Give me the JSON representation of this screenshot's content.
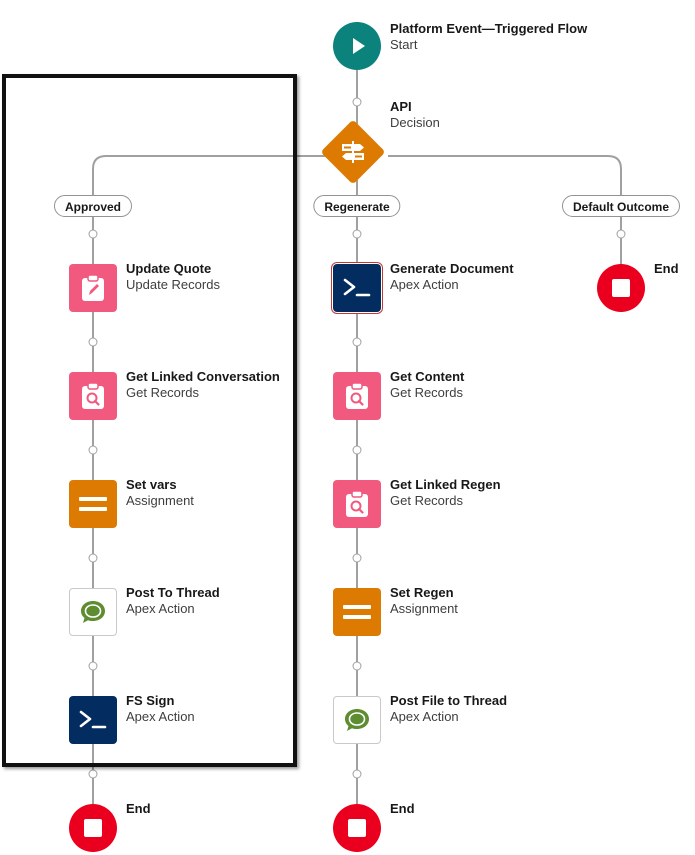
{
  "flow": {
    "start": {
      "title": "Platform Event—Triggered Flow",
      "subtitle": "Start"
    },
    "decision": {
      "title": "API",
      "subtitle": "Decision"
    },
    "outcomes": {
      "approved": "Approved",
      "regenerate": "Regenerate",
      "default": "Default Outcome"
    },
    "approved_branch": [
      {
        "title": "Update Quote",
        "subtitle": "Update Records",
        "icon": "update-records-icon"
      },
      {
        "title": "Get Linked Conversation",
        "subtitle": "Get Records",
        "icon": "get-records-icon"
      },
      {
        "title": "Set vars",
        "subtitle": "Assignment",
        "icon": "assignment-icon"
      },
      {
        "title": "Post To Thread",
        "subtitle": "Apex Action",
        "icon": "chat-bubble-icon"
      },
      {
        "title": "FS Sign",
        "subtitle": "Apex Action",
        "icon": "apex-action-icon"
      }
    ],
    "regenerate_branch": [
      {
        "title": "Generate Document",
        "subtitle": "Apex Action",
        "icon": "apex-action-icon"
      },
      {
        "title": "Get Content",
        "subtitle": "Get Records",
        "icon": "get-records-icon"
      },
      {
        "title": "Get Linked Regen",
        "subtitle": "Get Records",
        "icon": "get-records-icon"
      },
      {
        "title": "Set Regen",
        "subtitle": "Assignment",
        "icon": "assignment-icon"
      },
      {
        "title": "Post File to Thread",
        "subtitle": "Apex Action",
        "icon": "chat-bubble-icon"
      }
    ],
    "end_label": "End",
    "colors": {
      "start": "#0b827c",
      "decision": "#dd7a01",
      "records": "#f2597f",
      "assignment": "#dd7a01",
      "apex": "#032d60",
      "end": "#ea001e",
      "connector": "#a0a0a0"
    }
  }
}
